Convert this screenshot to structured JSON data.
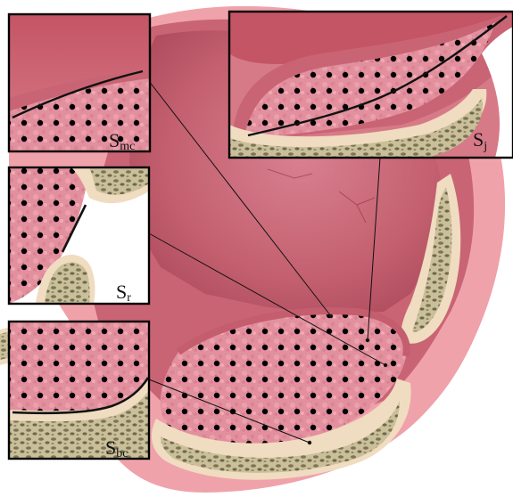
{
  "figure": {
    "insets": [
      {
        "id": "mc",
        "label": "S",
        "subscript": "mc"
      },
      {
        "id": "j",
        "label": "S",
        "subscript": "j"
      },
      {
        "id": "r",
        "label": "S",
        "subscript": "r"
      },
      {
        "id": "bc",
        "label": "S",
        "subscript": "bc"
      }
    ],
    "colors": {
      "background": "#ffffff",
      "cartilage": "#f0dcc0",
      "bone_texture": "#8a8265",
      "tissue_dark": "#c25a6a",
      "tissue_light": "#e8a8b0",
      "synovium_outer": "#f0a0a8",
      "boundary_line": "#111111",
      "frame": "#000000"
    }
  }
}
